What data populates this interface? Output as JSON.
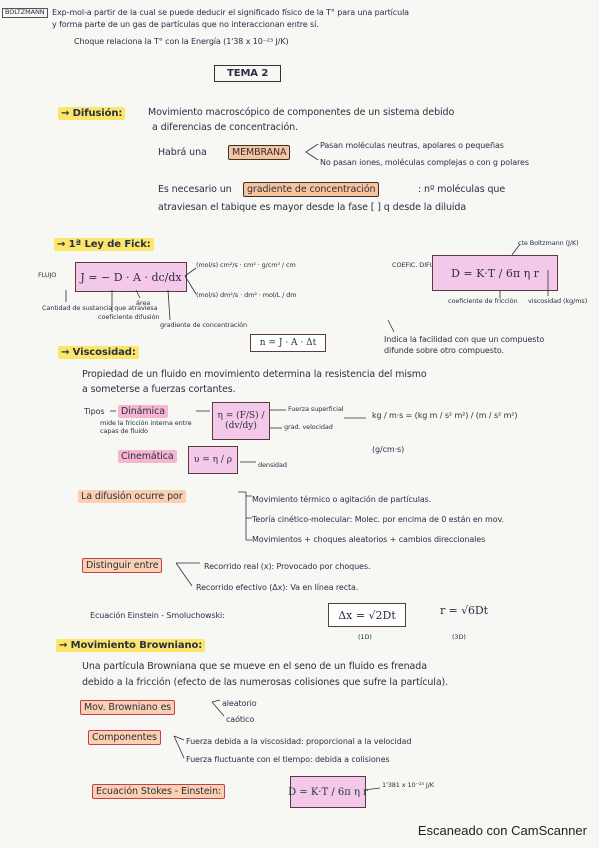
{
  "intro": {
    "line1": "Exp-mol-a partir de la cual se puede deducir el significado físico de la T° para una partícula",
    "line2": "y forma parte de un gas de partículas que no interaccionan entre sí.",
    "line3": "Choque relaciona la T° con la Energía (1'38 x 10⁻²³ J/K)",
    "margin_label": "BOLTZMANN"
  },
  "title": "TEMA 2",
  "difusion": {
    "heading": "→ Difusión:",
    "def1": "Movimiento macroscópico de componentes de un sistema debido",
    "def2": "a diferencias de concentración.",
    "membrana_pre": "Habrá una",
    "membrana": "MEMBRANA",
    "membrana_a": "Pasan moléculas neutras, apolares o pequeñas",
    "membrana_b": "No pasan iones, moléculas complejas o con g polares",
    "gradiente_pre": "Es necesario un",
    "gradiente": "gradiente de concentración",
    "gradiente_post": ": nº moléculas que",
    "gradiente_line2": "atraviesan el tabique es mayor desde la fase [ ] q desde la diluida"
  },
  "fick": {
    "heading": "→ 1ª Ley de Fick:",
    "flujo": "FLUJO",
    "formula": "J = − D · A · dc/dx",
    "units1": "(mol/s) cm²/s · cm² · g/cm³ / cm",
    "units2": "(mol/s) dm²/s · dm² · mol/L / dm",
    "ann_left": "Cantidad de sustancia que atraviesa",
    "ann_coef": "coeficiente difusión",
    "ann_area": "área",
    "ann_grad": "gradiente de concentración",
    "n_formula": "n = J · A · Δt",
    "coef_label": "COEFIC. DIFUSIÓN",
    "d_formula": "D = K·T / 6π η r",
    "boltzmann_note": "cte Boltzmann (J/K)",
    "fric_note": "coeficiente de fricción",
    "visc_note": "viscosidad (kg/ms)",
    "d_note1": "Indica la facilidad con que un compuesto",
    "d_note2": "difunde sobre otro compuesto."
  },
  "viscosidad": {
    "heading": "→ Viscosidad:",
    "def1": "Propiedad de un fluido en movimiento determina la resistencia del mismo",
    "def2": "a someterse a fuerzas cortantes.",
    "tipos": "Tipos",
    "dinamica": "Dinámica",
    "dinamica_note": "mide la fricción interna entre capas de fluido",
    "eta_formula": "η = (F/S) / (dv/dy)",
    "fuerza_sup": "Fuerza superficial",
    "grad_vel": "grad. velocidad",
    "units_eq": "kg / m·s = (kg m / s² m²) / (m / s² m²)",
    "units_cgs": "(g/cm·s)",
    "cinematica": "Cinemática",
    "nu_formula": "υ = η / ρ",
    "densidad": "densidad"
  },
  "difusion_ocurre": {
    "pre": "La difusión ocurre por",
    "items": [
      "Movimiento térmico o agitación de partículas.",
      "Teoría cinético-molecular: Molec. por encima de 0 están en mov.",
      "Movimientos + choques aleatorios + cambios direccionales"
    ]
  },
  "distinguir": {
    "pre": "Distinguir entre",
    "item1": "Recorrido real (x): Provocado por choques.",
    "item2": "Recorrido efectivo (Δx): Va en línea recta."
  },
  "einstein": {
    "label": "Ecuación Einstein - Smoluchowski:",
    "formula1": "Δx = √2Dt",
    "dim1": "(1D)",
    "formula2": "r = √6Dt",
    "dim2": "(3D)"
  },
  "browniano": {
    "heading": "→ Movimiento Browniano:",
    "def1": "Una partícula Browniana que se mueve en el seno de un fluido es frenada",
    "def2": "debido a la fricción (efecto de las numerosas colisiones que sufre la partícula).",
    "mov_label": "Mov. Browniano es",
    "mov_a": "aleatorio",
    "mov_b": "caótico",
    "comp_label": "Componentes",
    "comp_a": "Fuerza debida a la viscosidad: proporcional a la velocidad",
    "comp_b": "Fuerza fluctuante con el tiempo: debida a colisiones",
    "stokes_label": "Ecuación Stokes - Einstein:",
    "stokes_formula": "D = K·T / 6π η r",
    "stokes_k": "1'381 x 10⁻²³ J/K"
  },
  "watermark": "Escaneado con CamScanner"
}
